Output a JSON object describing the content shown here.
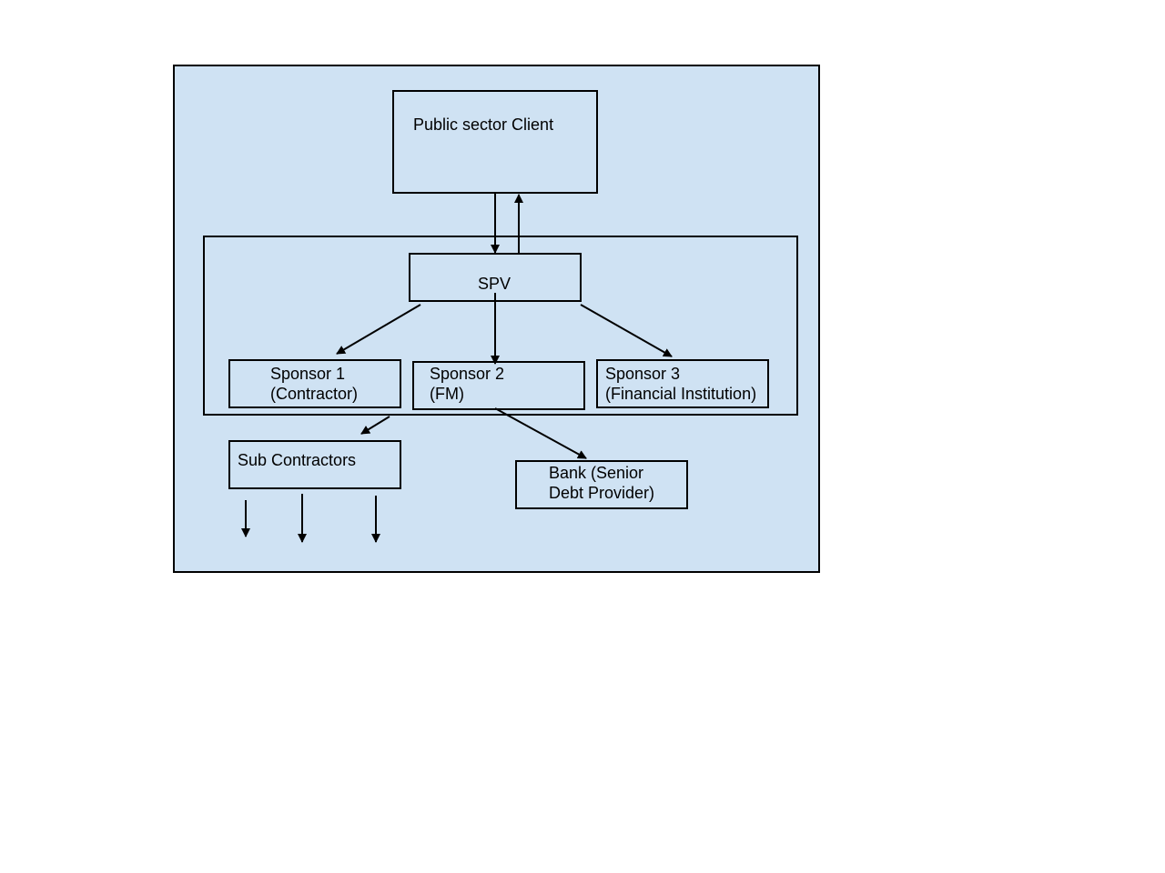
{
  "diagram": {
    "type": "flowchart",
    "title": "",
    "colors": {
      "fill": "#cfe2f3",
      "stroke": "#000000"
    },
    "nodes": {
      "client": {
        "lines": [
          "Public sector Client"
        ]
      },
      "spv": {
        "lines": [
          "SPV"
        ]
      },
      "sponsor1": {
        "lines": [
          "Sponsor 1",
          "(Contractor)"
        ]
      },
      "sponsor2": {
        "lines": [
          "Sponsor 2",
          "(FM)"
        ]
      },
      "sponsor3": {
        "lines": [
          "Sponsor 3",
          "(Financial Institution)"
        ]
      },
      "subcontractors": {
        "lines": [
          "Sub Contractors"
        ]
      },
      "bank": {
        "lines": [
          "Bank (Senior",
          "Debt Provider)"
        ]
      }
    },
    "groups": [
      {
        "id": "outer-frame",
        "label": ""
      },
      {
        "id": "spv-group",
        "label": "",
        "contains": [
          "spv",
          "sponsor1",
          "sponsor2",
          "sponsor3"
        ]
      }
    ],
    "edges": [
      {
        "from": "client",
        "to": "spv"
      },
      {
        "from": "spv",
        "to": "client"
      },
      {
        "from": "spv",
        "to": "sponsor1"
      },
      {
        "from": "spv",
        "to": "sponsor2"
      },
      {
        "from": "spv",
        "to": "sponsor3"
      },
      {
        "from": "sponsor1",
        "to": "subcontractors"
      },
      {
        "from": "sponsor2",
        "to": "bank"
      },
      {
        "from": "subcontractors",
        "to": "(unlabeled 1)"
      },
      {
        "from": "subcontractors",
        "to": "(unlabeled 2)"
      },
      {
        "from": "subcontractors",
        "to": "(unlabeled 3)"
      }
    ]
  }
}
